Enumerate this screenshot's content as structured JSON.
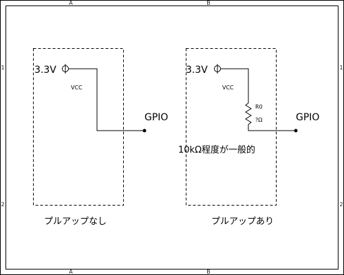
{
  "frame": {
    "zone_cols": [
      "A",
      "B"
    ],
    "zone_rows": [
      "1",
      "2"
    ]
  },
  "left_circuit": {
    "supply_label": "3.3V",
    "net_label": "VCC",
    "output_label": "GPIO",
    "caption": "プルアップなし"
  },
  "right_circuit": {
    "supply_label": "3.3V",
    "net_label": "VCC",
    "resistor_ref": "R0",
    "resistor_value": "?Ω",
    "output_label": "GPIO",
    "note": "10kΩ程度が一般的",
    "caption": "プルアップあり"
  },
  "colors": {
    "line": "#000000",
    "background": "#ffffff"
  }
}
